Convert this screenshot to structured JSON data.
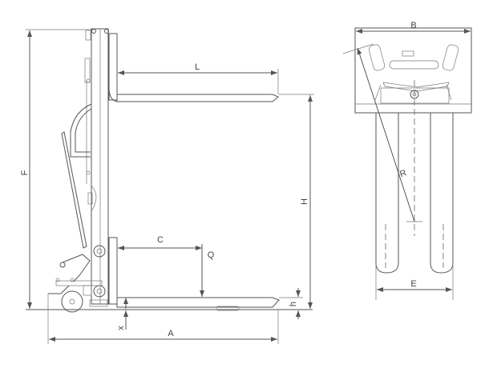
{
  "side_view": {
    "labels": {
      "F": "F",
      "L": "L",
      "H": "H",
      "C": "C",
      "Q": "Q",
      "h": "h",
      "x": "x",
      "A": "A"
    }
  },
  "front_view": {
    "labels": {
      "B": "B",
      "R": "R",
      "E": "E"
    }
  },
  "colors": {
    "line": "#555555",
    "background": "#ffffff"
  }
}
